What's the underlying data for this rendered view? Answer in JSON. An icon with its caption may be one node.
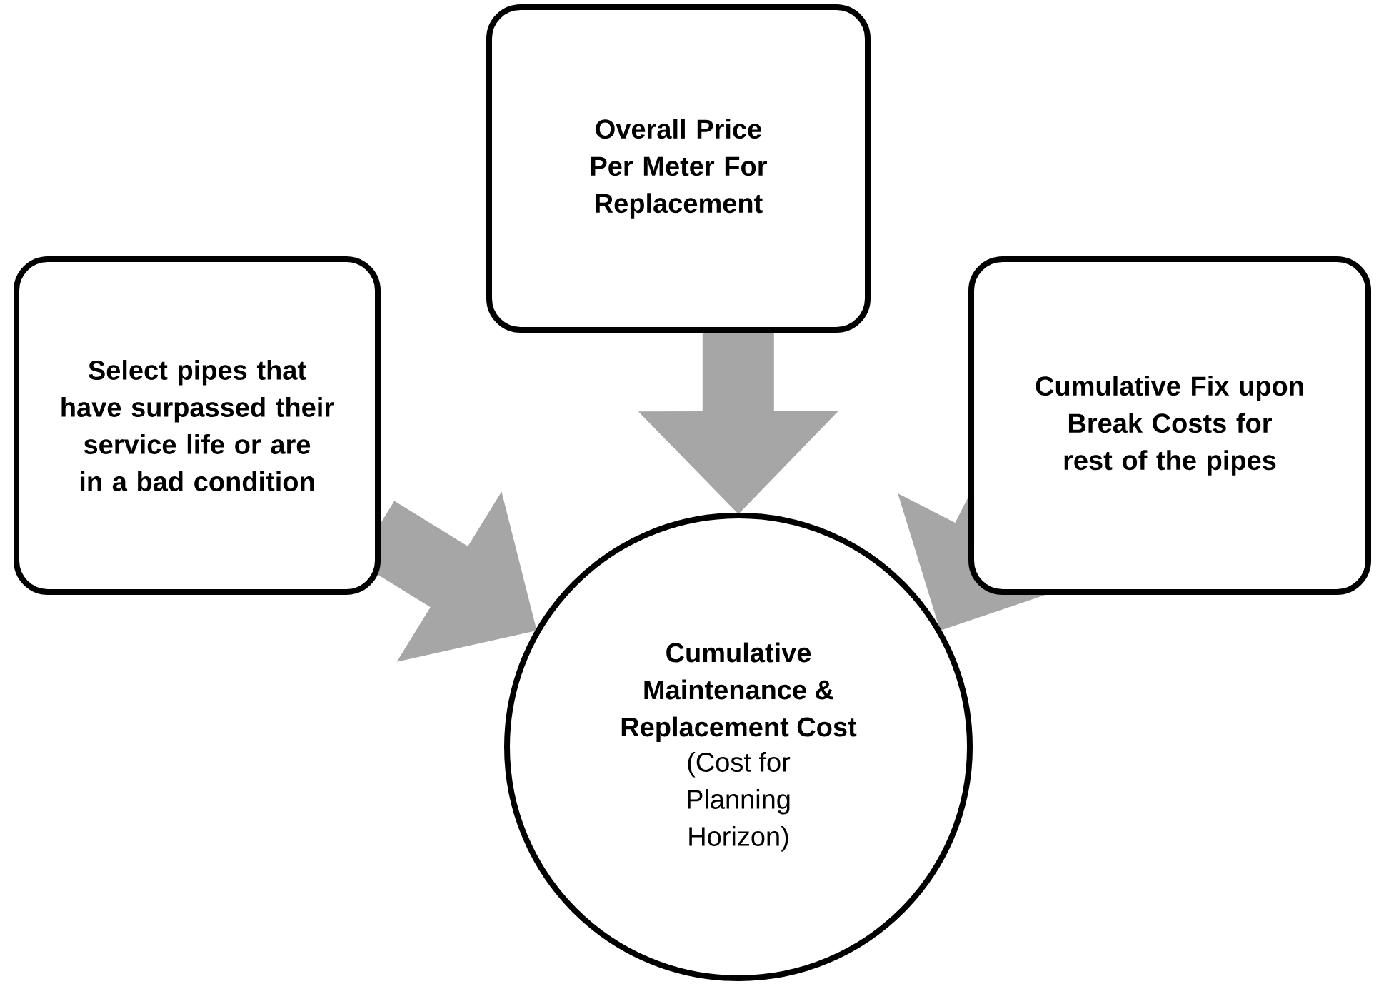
{
  "diagram": {
    "nodes": [
      {
        "text": [
          "Select pipes that have surpassed their service life or are in a bad condition"
        ]
      },
      {
        "text": [
          "Overall Price Per Meter For Replacement"
        ]
      },
      {
        "text": [
          "Cumulative Fix upon Break Costs for rest of the pipes"
        ]
      },
      {
        "text": [
          "Cumulative Maintenance & Replacement Cost",
          "(Cost for Planning Horizon)"
        ]
      }
    ],
    "edges": [
      {
        "from": 0,
        "to": 3,
        "arrow": "to",
        "style": "thick"
      },
      {
        "from": 1,
        "to": 3,
        "arrow": "to",
        "style": "thick"
      },
      {
        "from": 2,
        "to": 3,
        "arrow": "to",
        "style": "thick"
      }
    ]
  }
}
